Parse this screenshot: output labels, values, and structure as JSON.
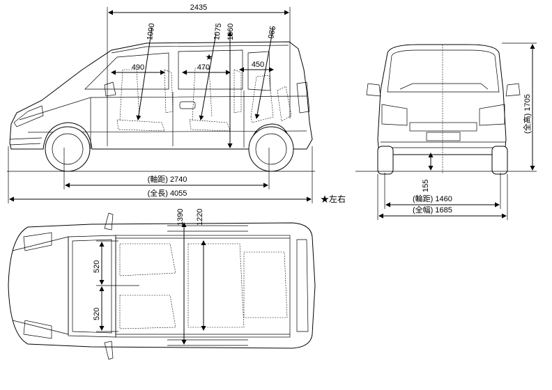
{
  "side_view": {
    "overall_height_label": "2435",
    "seat_h1": "1090",
    "seat_h2": "1075",
    "seat_h3": "1360",
    "seat_h4": "985",
    "depth1": "490",
    "depth2": "470",
    "depth3": "450",
    "wheelbase": "(軸距) 2740",
    "length": "(全長) 4055",
    "note": "★左右"
  },
  "front_view": {
    "height": "(全高) 1705",
    "clearance": "155",
    "track": "(輪距) 1460",
    "width": "(全幅) 1685"
  },
  "top_view": {
    "room_h1": "1390",
    "room_h2": "1220",
    "seat_w1": "520",
    "seat_w2": "520"
  }
}
